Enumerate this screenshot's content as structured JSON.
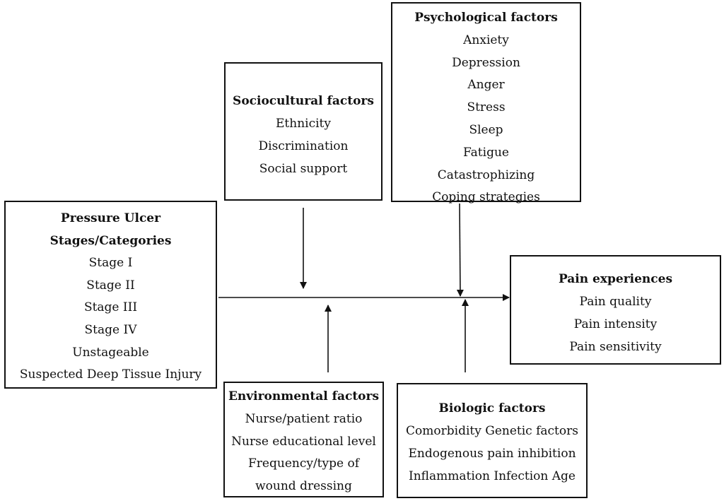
{
  "psychological": {
    "title": "Psychological factors",
    "items": [
      "Anxiety",
      "Depression",
      "Anger",
      "Stress",
      "Sleep",
      "Fatigue",
      "Catastrophizing",
      "Coping strategies"
    ]
  },
  "sociocultural": {
    "title": "Sociocultural factors",
    "items": [
      "Ethnicity",
      "Discrimination",
      "Social support"
    ]
  },
  "pressure_ulcer": {
    "title_lines": [
      "Pressure Ulcer",
      "Stages/Categories"
    ],
    "items": [
      "Stage I",
      "Stage II",
      "Stage III",
      "Stage IV",
      "Unstageable",
      "Suspected Deep Tissue Injury"
    ]
  },
  "pain": {
    "title": "Pain experiences",
    "items": [
      "Pain quality",
      "Pain intensity",
      "Pain sensitivity"
    ]
  },
  "environmental": {
    "title": "Environmental factors",
    "items": [
      "Nurse/patient ratio",
      "Nurse educational level",
      "Frequency/type of",
      "wound dressing"
    ]
  },
  "biologic": {
    "title": "Biologic factors",
    "items": [
      "Comorbidity Genetic factors",
      "Endogenous pain inhibition",
      "Inflammation Infection Age"
    ]
  },
  "colors": {
    "stroke": "#111111",
    "background": "#ffffff"
  }
}
